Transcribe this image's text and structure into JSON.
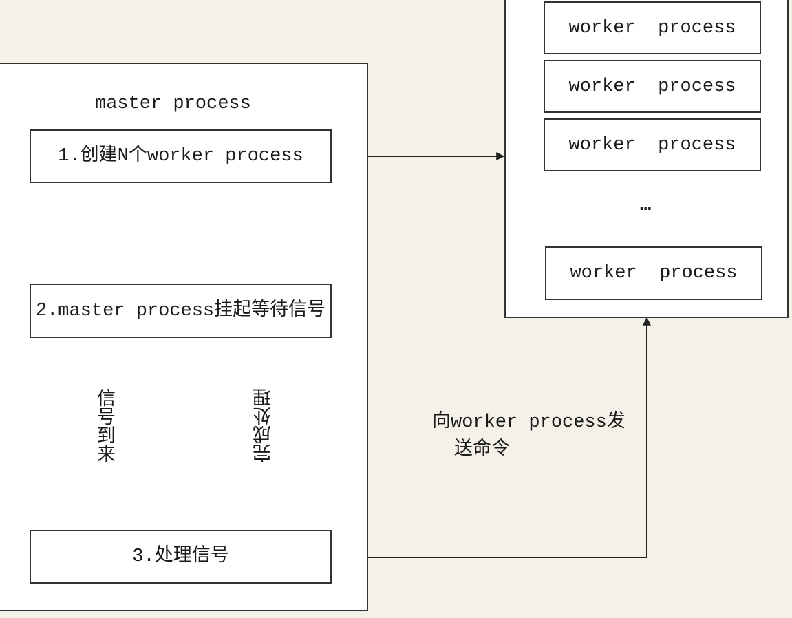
{
  "master": {
    "title": "master process",
    "step1": "1.创建N个worker  process",
    "step2": "2.master process挂起等待信号",
    "step3": "3.处理信号",
    "arrow_signal": "信号到来",
    "arrow_done": "完成处理"
  },
  "workers": {
    "items": [
      "worker  process",
      "worker  process",
      "worker  process",
      "worker  process"
    ],
    "ellipsis": "…"
  },
  "command_label": {
    "line1": "向worker process发",
    "line2": "送命令"
  }
}
